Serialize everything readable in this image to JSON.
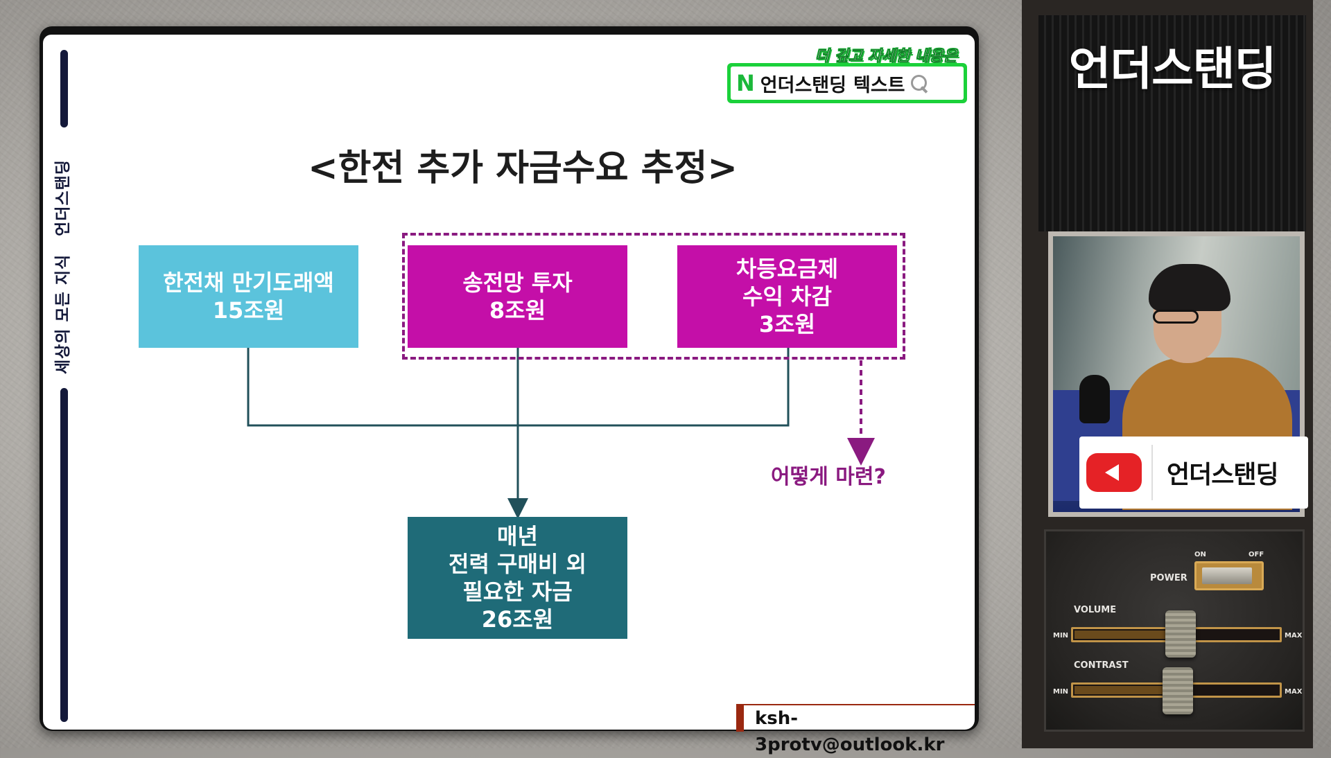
{
  "sidebar_vertical_text": [
    "세상의 모든 지식",
    "언더스탠딩"
  ],
  "banner": {
    "top_text": "더 깊고 자세한 내용은",
    "n_letter": "N",
    "name": "언더스탠딩",
    "keyword": "텍스트"
  },
  "slide": {
    "title": "<한전 추가 자금수요 추정>",
    "boxes": {
      "bond": "한전채 만기도래액\n15조원",
      "grid": "송전망 투자\n8조원",
      "tariff": "차등요금제\n수익 차감\n3조원",
      "result": "매년\n전력 구매비 외\n필요한 자금\n26조원"
    },
    "question": "어떻게 마련?",
    "email": "ksh-3protv@outlook.kr",
    "colors": {
      "bond": "#5bc3dc",
      "magenta": "#c40fa8",
      "result": "#1f6b78",
      "dashed": "#8a1a80",
      "line": "#21505a"
    }
  },
  "channel": {
    "logo": "언더스탠딩",
    "lower_third": "언더스탠딩"
  },
  "control_panel": {
    "on": "ON",
    "off": "OFF",
    "power": "POWER",
    "volume": "VOLUME",
    "contrast": "CONTRAST",
    "min": "MIN",
    "max": "MAX"
  }
}
